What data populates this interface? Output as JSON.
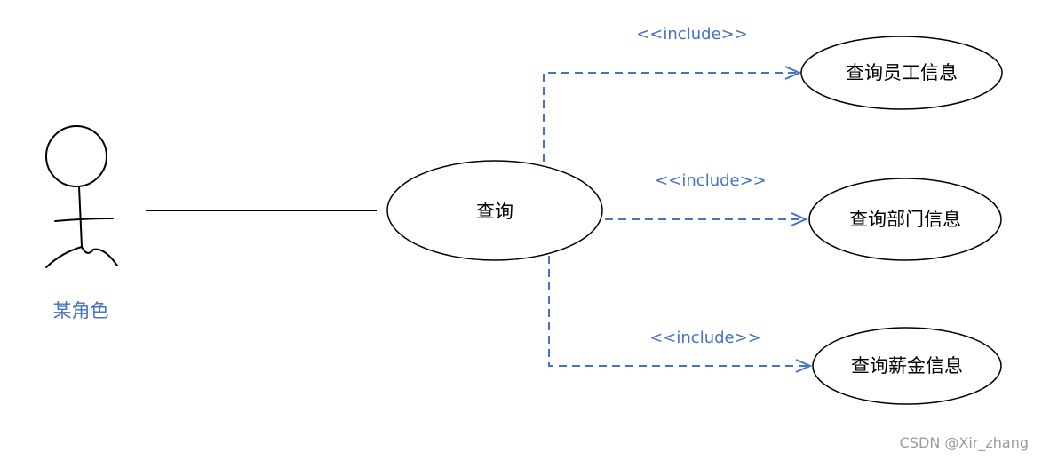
{
  "colors": {
    "line": "#000000",
    "include": "#4472c4",
    "watermark": "#9a9a9a"
  },
  "actor": {
    "name": "某角色"
  },
  "use_cases": {
    "main": "查询",
    "employee": "查询员工信息",
    "department": "查询部门信息",
    "salary": "查询薪金信息"
  },
  "relations": {
    "include_1": "<<include>>",
    "include_2": "<<include>>",
    "include_3": "<<include>>"
  },
  "watermark": "CSDN @Xir_zhang"
}
